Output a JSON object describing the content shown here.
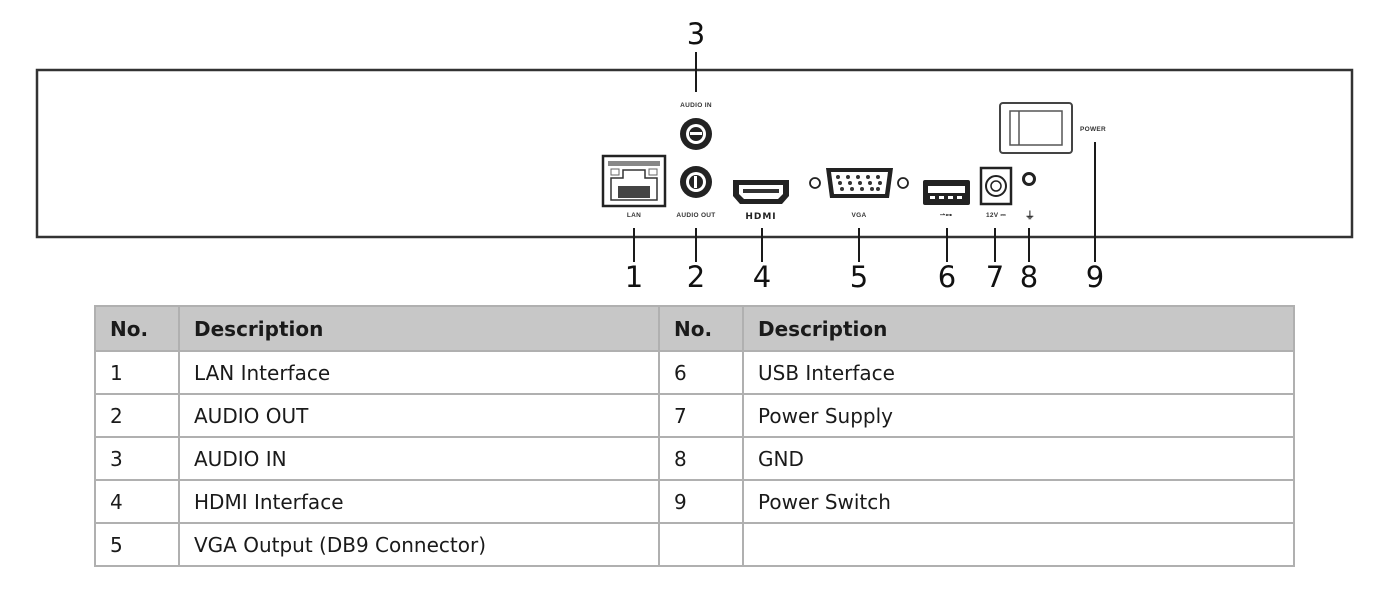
{
  "diagram": {
    "title": "Rear panel",
    "port_labels": {
      "lan": "LAN",
      "audio_in": "AUDIO IN",
      "audio_out": "AUDIO OUT",
      "hdmi": "HDMI",
      "vga": "VGA",
      "usb": "⇀⊶",
      "dc": "12V ⎓",
      "gnd": "⏚",
      "power": "POWER"
    },
    "callouts": [
      "1",
      "2",
      "3",
      "4",
      "5",
      "6",
      "7",
      "8",
      "9"
    ],
    "icons": [
      "rj45-port-icon",
      "audio-jack-icon",
      "hdmi-port-icon",
      "vga-port-icon",
      "usb-port-icon",
      "dc-jack-icon",
      "ground-screw-icon",
      "rocker-switch-icon"
    ]
  },
  "table": {
    "headers": [
      "No.",
      "Description",
      "No.",
      "Description"
    ],
    "rows": [
      {
        "no1": "1",
        "desc1": "LAN Interface",
        "no2": "6",
        "desc2": "USB Interface"
      },
      {
        "no1": "2",
        "desc1": "AUDIO OUT",
        "no2": "7",
        "desc2": "Power Supply"
      },
      {
        "no1": "3",
        "desc1": "AUDIO IN",
        "no2": "8",
        "desc2": "GND"
      },
      {
        "no1": "4",
        "desc1": "HDMI Interface",
        "no2": "9",
        "desc2": "Power Switch"
      },
      {
        "no1": "5",
        "desc1": "VGA Output (DB9 Connector)",
        "no2": "",
        "desc2": ""
      }
    ]
  },
  "colors": {
    "line": "#1a1a1a",
    "header_bg": "#c7c7c7",
    "grid": "#b0b0b0"
  }
}
